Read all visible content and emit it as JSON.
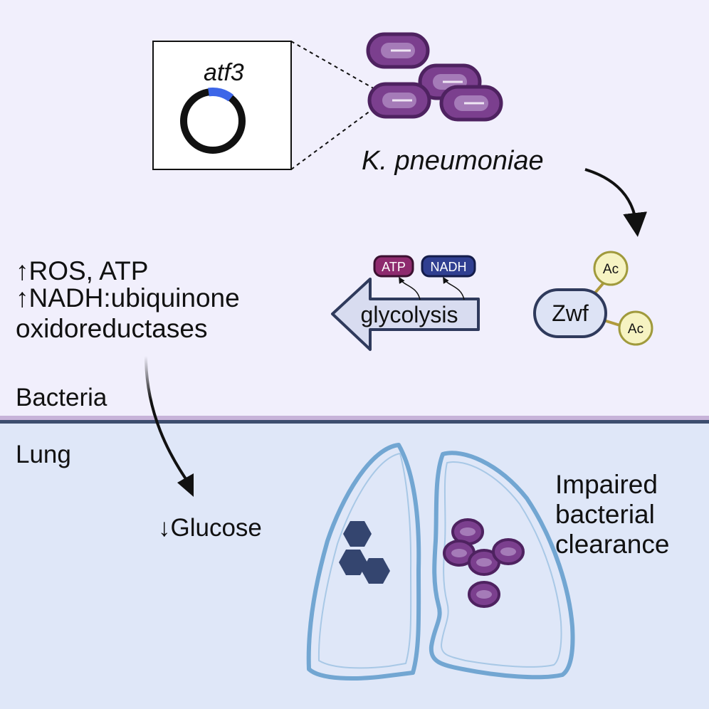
{
  "colors": {
    "bacteria_bg": "#f1effc",
    "lung_bg": "#dfe7f8",
    "divider_light": "#c7b3d9",
    "divider_dark": "#3d4e6f",
    "bacterium_fill": "#7b3f8e",
    "bacterium_outline": "#4e2260",
    "bacterium_core": "#a57bb8",
    "plasmid": "#111111",
    "plasmid_gene": "#3d66e8",
    "atp_badge": "#8e2a6e",
    "nadh_badge": "#303f91",
    "arrow_fill": "#d8dcf0",
    "arrow_outline": "#2f3a5c",
    "zwf_fill": "#dde3f5",
    "ac_fill": "#f6f3c2",
    "ac_outline": "#a09a3c",
    "lung_outline": "#72a6d2",
    "glucose_hex": "#34456f"
  },
  "plasmid": {
    "gene_label": "atf3"
  },
  "organism": {
    "label": "K. pneumoniae"
  },
  "metabolites": {
    "atp_label": "ATP",
    "nadh_label": "NADH"
  },
  "pathway": {
    "label": "glycolysis"
  },
  "protein": {
    "label": "Zwf",
    "modification_label": "Ac"
  },
  "effects": {
    "arrow_up": "↑",
    "line1": "ROS, ATP",
    "line2": "NADH:ubiquinone",
    "line3": "oxidoreductases"
  },
  "regions": {
    "top_label": "Bacteria",
    "bottom_label": "Lung"
  },
  "lung": {
    "glucose_label": "↓Glucose"
  },
  "outcome": {
    "line1": "Impaired",
    "line2": "bacterial",
    "line3": "clearance"
  }
}
